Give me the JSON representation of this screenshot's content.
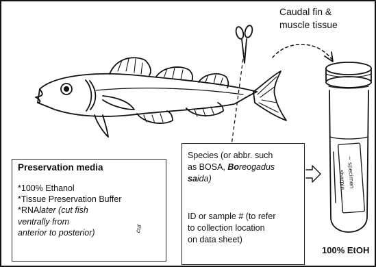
{
  "caudal_label": {
    "line1": "Caudal fin &",
    "line2": "muscle tissue"
  },
  "preservation": {
    "title": "Preservation media",
    "item1": "*100% Ethanol",
    "item2": "*Tissue Preservation Buffer",
    "item3_prefix": "*RNA",
    "item3_italic": "later (cut fish",
    "item3_line2": "ventrally from",
    "item3_line3": "anterior to posterior)",
    "cut_label": "cut"
  },
  "species_box": {
    "species_line1": "Species (or abbr. such",
    "species_line2_prefix": "as BOSA, ",
    "genus_bold": "Bo",
    "genus_rest": "reogadus",
    "species_bold": "sa",
    "species_rest": "ida)",
    "id_line1": "ID or sample # (to refer",
    "id_line2": "to collection location",
    "id_line3": "on data sheet)"
  },
  "tube": {
    "label": "100% EtOH",
    "sticker_text": "~ specimen",
    "sticker_text2": "sharpie"
  }
}
